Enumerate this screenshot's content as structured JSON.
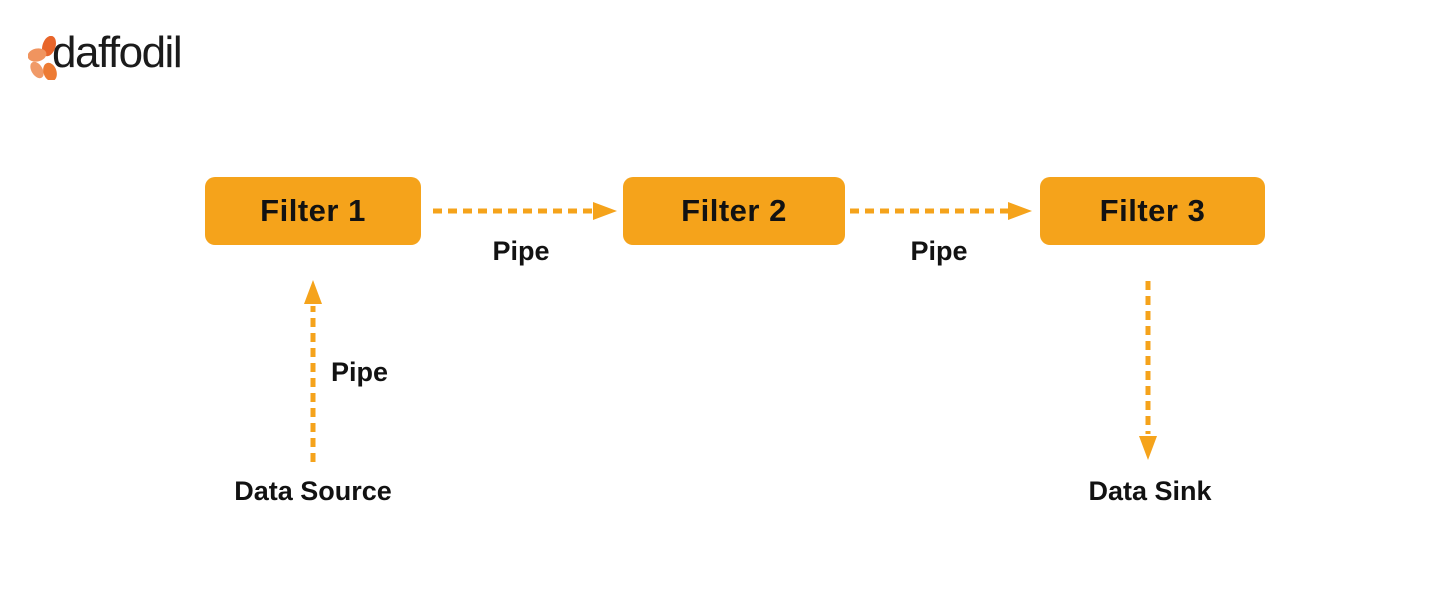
{
  "logo": {
    "brand": "daffodil"
  },
  "diagram": {
    "type": "pipe-and-filter-flow",
    "nodes": [
      {
        "id": "filter1",
        "label": "Filter 1",
        "kind": "filter"
      },
      {
        "id": "filter2",
        "label": "Filter 2",
        "kind": "filter"
      },
      {
        "id": "filter3",
        "label": "Filter 3",
        "kind": "filter"
      },
      {
        "id": "source",
        "label": "Data Source",
        "kind": "source"
      },
      {
        "id": "sink",
        "label": "Data Sink",
        "kind": "sink"
      }
    ],
    "edges": [
      {
        "from": "source",
        "to": "filter1",
        "label": "Pipe",
        "direction": "up",
        "style": "dashed-arrow"
      },
      {
        "from": "filter1",
        "to": "filter2",
        "label": "Pipe",
        "direction": "right",
        "style": "dashed-arrow"
      },
      {
        "from": "filter2",
        "to": "filter3",
        "label": "Pipe",
        "direction": "right",
        "style": "dashed-arrow"
      },
      {
        "from": "filter3",
        "to": "sink",
        "label": "",
        "direction": "down",
        "style": "dashed-arrow"
      }
    ],
    "colors": {
      "node_fill": "#F5A31B",
      "arrow": "#F5A31B",
      "label_text": "#121212",
      "logo_petal_dark": "#E8652A",
      "logo_petal_light": "#F0945F"
    }
  }
}
